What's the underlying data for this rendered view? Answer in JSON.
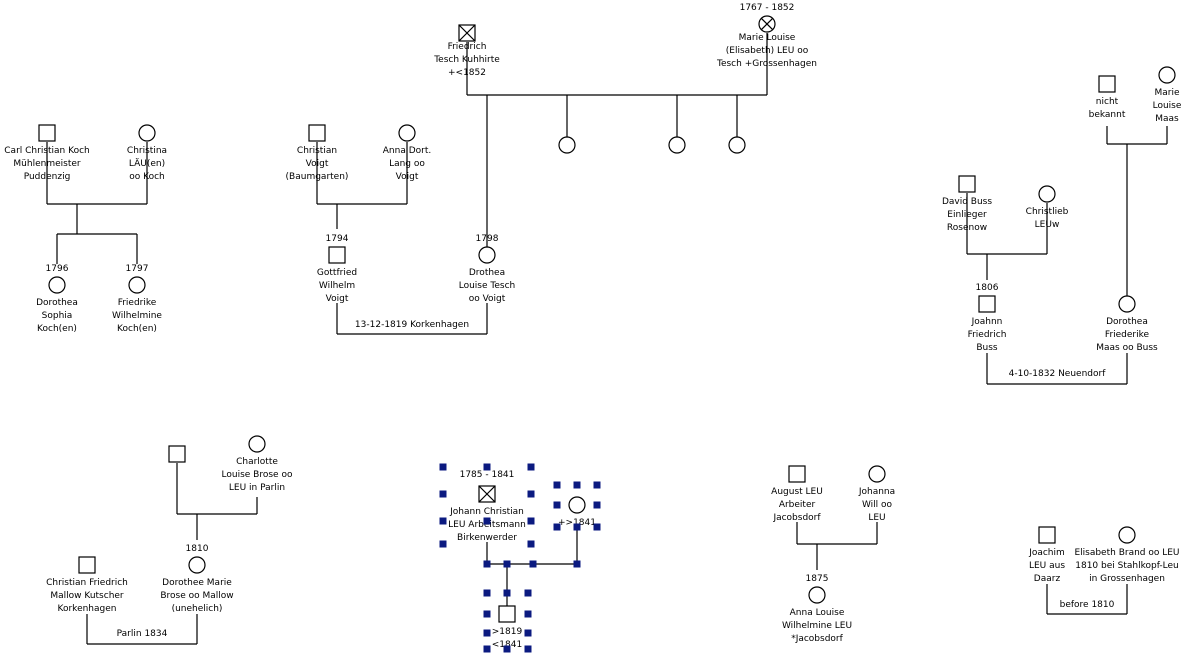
{
  "people": [
    {
      "id": "friedrich-tesch",
      "sex": "m",
      "deceased": true,
      "label": [
        "Friedrich",
        "Tesch Kuhhirte",
        "+<1852"
      ]
    },
    {
      "id": "marie-louise-leu",
      "sex": "f",
      "deceased": true,
      "date": "1767 - 1852",
      "label": [
        "Marie Louise",
        "(Elisabeth) LEU oo",
        "Tesch +Grossenhagen"
      ]
    },
    {
      "id": "tesch-child-1",
      "sex": "f",
      "label": []
    },
    {
      "id": "tesch-child-2",
      "sex": "f",
      "label": []
    },
    {
      "id": "tesch-child-3",
      "sex": "f",
      "label": []
    },
    {
      "id": "nicht-bekannt",
      "sex": "m",
      "label": [
        "nicht",
        "bekannt"
      ]
    },
    {
      "id": "marie-louise-maas",
      "sex": "f",
      "label": [
        "Marie",
        "Louise",
        "Maas"
      ]
    },
    {
      "id": "carl-christian-koch",
      "sex": "m",
      "label": [
        "Carl Christian  Koch",
        "Mühlenmeister",
        "Puddenzig"
      ]
    },
    {
      "id": "christina-lau",
      "sex": "f",
      "label": [
        "Christina",
        "LÄU(en)",
        "oo Koch"
      ]
    },
    {
      "id": "christian-voigt",
      "sex": "m",
      "label": [
        "Christian",
        "Voigt",
        "(Baumgarten)"
      ]
    },
    {
      "id": "anna-dort-lang",
      "sex": "f",
      "label": [
        "Anna Dort.",
        "Lang oo",
        "Voigt"
      ]
    },
    {
      "id": "david-buss",
      "sex": "m",
      "label": [
        "David  Buss",
        "Einlieger",
        "Rosenow"
      ]
    },
    {
      "id": "christlieb-leu",
      "sex": "f",
      "label": [
        "Christlieb",
        "LEUw"
      ]
    },
    {
      "id": "dorothea-sophia-koch",
      "sex": "f",
      "date": "1796",
      "label": [
        "Dorothea",
        "Sophia",
        "Koch(en)"
      ]
    },
    {
      "id": "friedrike-wilhelmine-koch",
      "sex": "f",
      "date": "1797",
      "label": [
        "Friedrike",
        "Wilhelmine",
        "Koch(en)"
      ]
    },
    {
      "id": "gottfried-wilhelm-voigt",
      "sex": "m",
      "date": "1794",
      "label": [
        "Gottfried",
        "Wilhelm",
        "Voigt"
      ]
    },
    {
      "id": "drothea-louise-tesch",
      "sex": "f",
      "date": "1798",
      "label": [
        "Drothea",
        "Louise  Tesch",
        "oo Voigt"
      ]
    },
    {
      "id": "joahnn-friedrich-buss",
      "sex": "m",
      "date": "1806",
      "label": [
        "Joahnn",
        "Friedrich",
        "Buss"
      ]
    },
    {
      "id": "dorothea-friederike-maas",
      "sex": "f",
      "label": [
        "Dorothea",
        "Friederike",
        "Maas oo Buss"
      ]
    },
    {
      "id": "unknown-father-brose",
      "sex": "m",
      "label": []
    },
    {
      "id": "charlotte-louise-brose",
      "sex": "f",
      "label": [
        "Charlotte",
        "Louise Brose oo",
        "LEU in Parlin"
      ]
    },
    {
      "id": "christian-friedrich-mallow",
      "sex": "m",
      "label": [
        "Christian Friedrich",
        "Mallow Kutscher",
        "Korkenhagen"
      ]
    },
    {
      "id": "dorothee-marie-brose",
      "sex": "f",
      "date": "1810",
      "label": [
        "Dorothee Marie",
        "Brose oo Mallow",
        "(unehelich)"
      ]
    },
    {
      "id": "johann-christian-leu",
      "sex": "m",
      "deceased": true,
      "date": "1785 - 1841",
      "label": [
        "Johann Christian",
        "LEU Arbeitsmann",
        "Birkenwerder"
      ]
    },
    {
      "id": "wife-johann-christian",
      "sex": "f",
      "label": [
        "+>1841"
      ]
    },
    {
      "id": "son-johann-christian",
      "sex": "m",
      "label": [
        ">1819",
        "<1841"
      ]
    },
    {
      "id": "august-leu",
      "sex": "m",
      "label": [
        "August LEU",
        "Arbeiter",
        "Jacobsdorf"
      ]
    },
    {
      "id": "johanna-will",
      "sex": "f",
      "label": [
        "Johanna",
        "Will oo",
        "LEU"
      ]
    },
    {
      "id": "anna-louise-wilhelmine-leu",
      "sex": "f",
      "date": "1875",
      "label": [
        "Anna Louise",
        "Wilhelmine LEU",
        "*Jacobsdorf"
      ]
    },
    {
      "id": "joachim-leu",
      "sex": "m",
      "label": [
        "Joachim",
        "LEU aus",
        "Daarz"
      ]
    },
    {
      "id": "elisabeth-brand",
      "sex": "f",
      "label": [
        "Elisabeth  Brand oo LEU",
        "1810  bei Stahlkopf-Leu",
        "in Grossenhagen"
      ]
    }
  ],
  "marriages": [
    {
      "id": "voigt-tesch",
      "label": "13-12-1819 Korkenhagen"
    },
    {
      "id": "buss-maas",
      "label": "4-10-1832 Neuendorf"
    },
    {
      "id": "mallow-brose",
      "label": "Parlin 1834"
    },
    {
      "id": "leu-brand",
      "label": "before 1810"
    }
  ]
}
